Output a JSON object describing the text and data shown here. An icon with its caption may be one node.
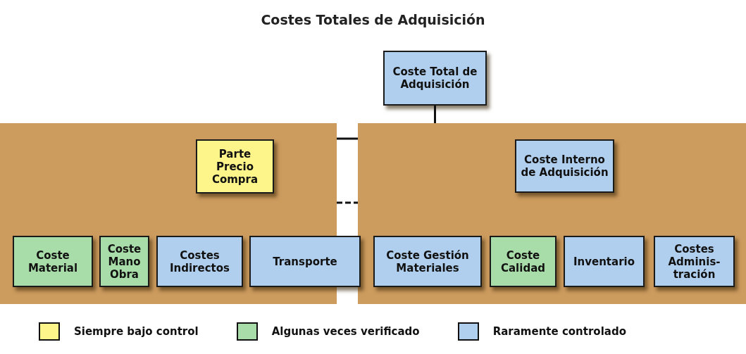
{
  "diagram": {
    "title": "Costes Totales de Adquisición",
    "nodes": [
      {
        "text": [
          "Coste Total de Adquisición"
        ]
      },
      {
        "text": [],
        "shape": "box"
      },
      {
        "text": [],
        "shape": "box"
      },
      {
        "text": [
          "Parte Precio Compra"
        ],
        "in": 1
      },
      {
        "text": [
          "Coste Interno de Adquisición"
        ],
        "in": 2
      },
      {
        "text": [
          "Coste Material"
        ],
        "in": 1
      },
      {
        "text": [
          "Coste Mano Obra"
        ],
        "in": 1
      },
      {
        "text": [
          "Costes Indirectos"
        ],
        "in": 1
      },
      {
        "text": [
          "Transporte"
        ]
      },
      {
        "text": [
          "Coste Gestión Materiales"
        ],
        "in": 2
      },
      {
        "text": [
          "Coste Calidad"
        ],
        "in": 2
      },
      {
        "text": [
          "Inventario"
        ],
        "in": 2
      },
      {
        "text": [
          "Costes Adminis- tración"
        ],
        "in": 2
      }
    ],
    "edges": [
      {
        "from": 0,
        "to": 2,
        "arrow": "none"
      },
      {
        "from": 1,
        "to": 2,
        "arrow": "none"
      },
      {
        "from": 1,
        "to": 2,
        "arrow": "none",
        "style": "dashed"
      }
    ],
    "legend": [
      {
        "text": "Siempre bajo control",
        "color": "#fdf58a"
      },
      {
        "text": "Algunas veces verificado",
        "color": "#a8dca8"
      },
      {
        "text": "Raramente controlado",
        "color": "#b0cfee"
      }
    ]
  }
}
